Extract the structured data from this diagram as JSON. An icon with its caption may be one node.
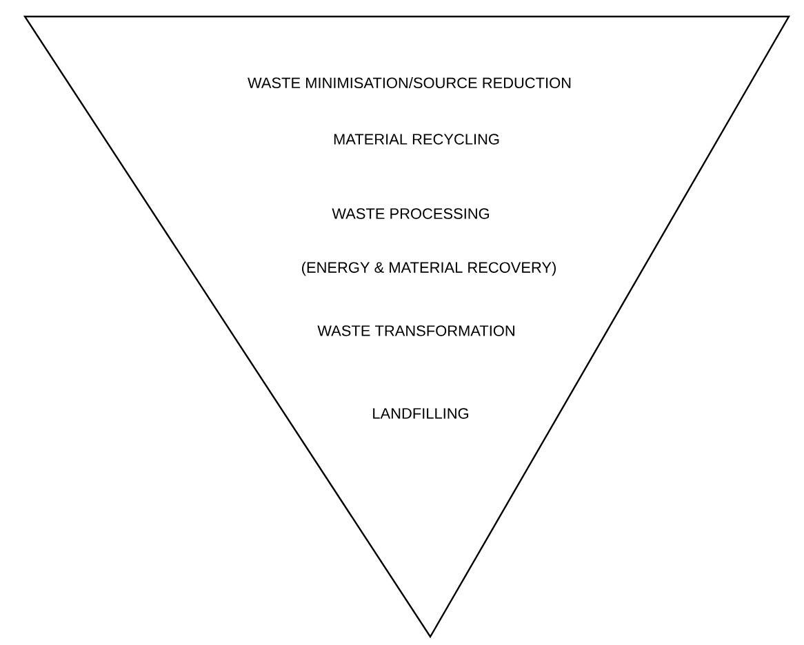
{
  "diagram": {
    "nodes": [
      {
        "text": [
          "WASTE MINIMISATION/SOURCE REDUCTION",
          "MATERIAL RECYCLING",
          "WASTE PROCESSING",
          "(ENERGY & MATERIAL RECOVERY)",
          "WASTE TRANSFORMATION",
          "LANDFILLING"
        ]
      }
    ]
  }
}
